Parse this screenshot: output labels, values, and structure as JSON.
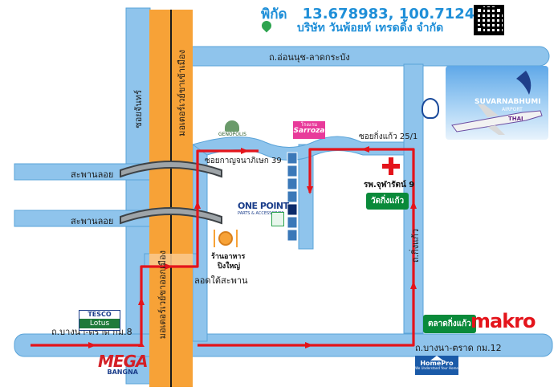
{
  "header": {
    "coord_label": "พิกัด",
    "coordinates": "13.678983,  100.712405",
    "company": "บริษัท วันพ้อยท์ เทรดดิ้ง จำกัด"
  },
  "roads": {
    "top_road": "ถ.อ่อนนุช-ลาดกระบัง",
    "left_soi": "ซอยจันทร์",
    "motorway_upper": "มอเตอร์เวย์ขาเข้าเมือง",
    "motorway_lower": "มอเตอร์เวย์ขาออกเมือง",
    "bridge1": "สะพานลอย",
    "bridge2": "สะพานลอย",
    "under_bridge": "ลอดใต้สะพาน",
    "soi_39": "ซอยกาญจนาภิเษก 39",
    "soi_25": "ซอยกิ่งแก้ว 25/1",
    "kingkaew_road": "ถ.กิ่งแก้ว",
    "bangna_left": "ถ.บางนา-ตราด กม.8",
    "bangna_right": "ถ.บางนา-ตราด กม.12"
  },
  "places": {
    "hospital": "รพ.จุฬารัตน์ 9",
    "temple": "วัดกิ่งแก้ว",
    "restaurant_line1": "ร้านอาหาร",
    "restaurant_line2": "ปิงใหญ่",
    "onepoint": "ONE POINT",
    "onepoint_sub": "PARTS & ACCESSORIES",
    "genopolis": "GENOPOLIS",
    "sarroza_top": "โรงแรม",
    "sarroza": "Sarroza",
    "airport": "SUVARNABHUMI",
    "airport_sub": "AIRPORT",
    "airline": "THAI",
    "tesco_top": "TESCO",
    "tesco_bottom": "Lotus",
    "mega_top": "MEGA",
    "mega_bottom": "BANGNA",
    "market": "ตลาดกิ่งแก้ว",
    "makro": "makro",
    "homepro": "HomePro",
    "homepro_sub": "We Understand Your Home"
  },
  "colors": {
    "road_blue": "#8fc4ec",
    "motorway_orange": "#f7a237",
    "route_red": "#e4141b",
    "title_blue": "#1f8fd8",
    "bridge_gray": "#9ea4a8"
  }
}
